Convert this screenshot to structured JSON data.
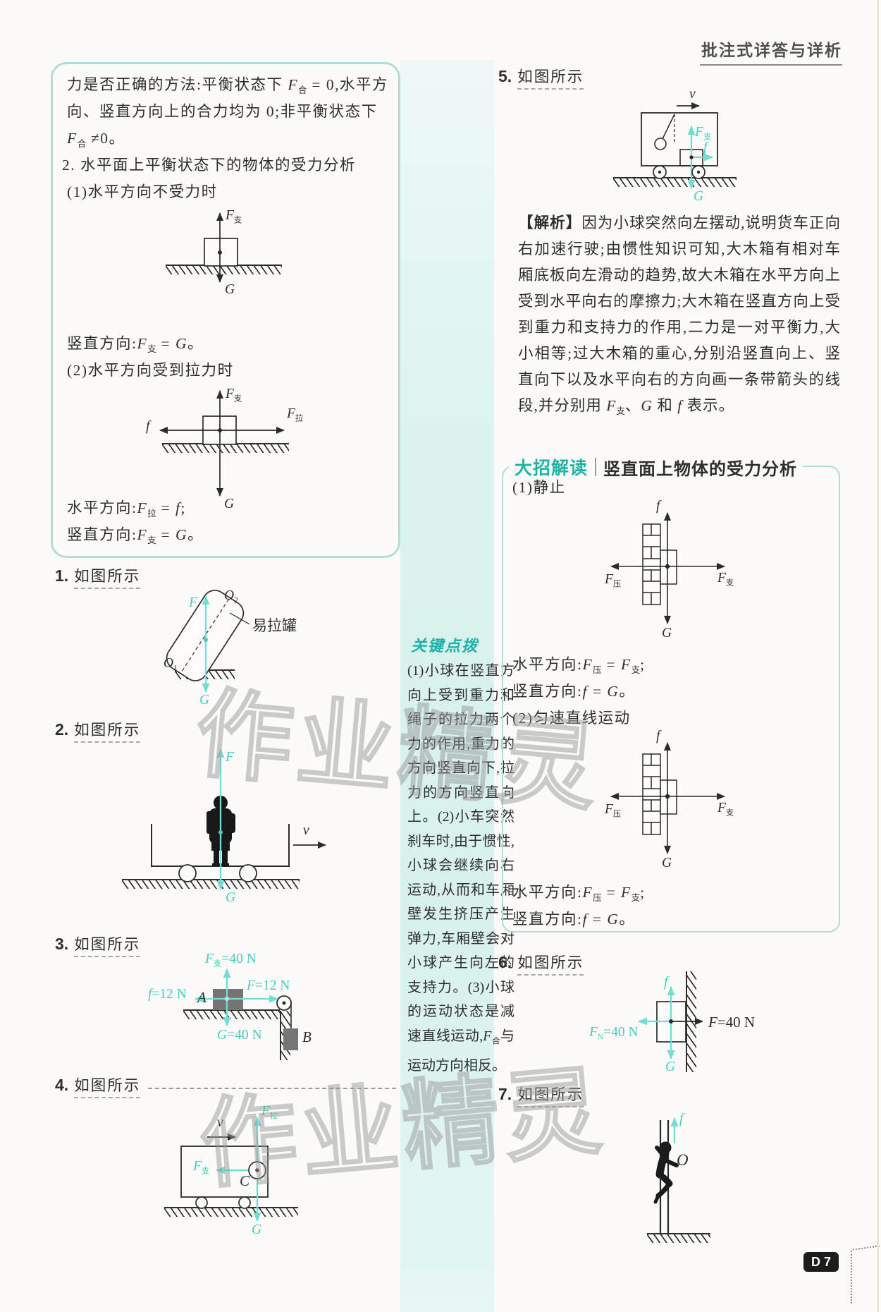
{
  "header": {
    "title": "批注式详答与详析"
  },
  "note_box": {
    "l1": "力是否正确的方法:平衡状态下 {{F}}[[合]] = 0,水平方",
    "l2": "向、竖直方向上的合力均为 0;非平衡状态下",
    "l3": "{{F}}[[合]] ≠0。",
    "item2": "2. 水平面上平衡状态下的物体的受力分析",
    "case1": "(1)水平方向不受力时",
    "vert1": "竖直方向:{{F}}[[支]] = {{G}}。",
    "case2": "(2)水平方向受到拉力时",
    "horiz2": "水平方向:{{F}}[[拉]] = {{f}};",
    "vert2": "竖直方向:{{F}}[[支]] = {{G}}。",
    "fig1": {
      "F_zhi": "{{F}}[[支]]",
      "G": "{{G}}"
    },
    "fig2": {
      "F_zhi": "{{F}}[[支]]",
      "F_la": "{{F}}[[拉]]",
      "f": "{{f}}",
      "G": "{{G}}"
    }
  },
  "q1": {
    "num": "1.",
    "title": "如图所示",
    "fig": {
      "O2": "{{O}}[[2]]",
      "O1": "{{O}}[[1]]",
      "can": "易拉罐",
      "F": "{{F}}",
      "G": "{{G}}"
    }
  },
  "q2": {
    "num": "2.",
    "title": "如图所示",
    "fig": {
      "F": "{{F}}",
      "G": "{{G}}",
      "v": "{{v}}"
    }
  },
  "q3": {
    "num": "3.",
    "title": "如图所示",
    "fig": {
      "F_zhi": "{{F}}[[支]]=40 N",
      "F": "{{F}}=12 N",
      "f": "{{f}}=12 N",
      "G": "{{G}}=40 N",
      "A": "{{A}}",
      "B": "{{B}}"
    }
  },
  "q4": {
    "num": "4.",
    "title": "如图所示",
    "fig": {
      "v": "{{v}}",
      "F_la": "{{F}}[[拉]]",
      "F_zhi": "{{F}}[[支]]",
      "G": "{{G}}",
      "C": "{{C}}"
    }
  },
  "q5": {
    "num": "5.",
    "title": "如图所示",
    "fig": {
      "v": "{{v}}",
      "F_zhi": "{{F}}[[支]]",
      "f": "{{f}}",
      "G": "{{G}}"
    },
    "analysis_tag": "【解析】",
    "analysis": "因为小球突然向左摆动,说明货车正向右加速行驶;由惯性知识可知,大木箱有相对车厢底板向左滑动的趋势,故大木箱在水平方向上受到水平向右的摩擦力;大木箱在竖直方向上受到重力和支持力的作用,二力是一对平衡力,大小相等;过大木箱的重心,分别沿竖直向上、竖直向下以及水平向右的方向画一条带箭头的线段,并分别用 {{F}}[[支]]、{{G}} 和 {{f}} 表示。"
  },
  "tip": {
    "title": "关键点拨",
    "text": "(1)小球在竖直方向上受到重力和绳子的拉力两个力的作用,重力的方向竖直向下,拉力的方向竖直向上。(2)小车突然刹车时,由于惯性,小球会继续向右运动,从而和车厢壁发生挤压产生弹力,车厢壁会对小球产生向左的支持力。(3)小球的运动状态是减速直线运动,{{F}}[[合]]与运动方向相反。"
  },
  "dazhao": {
    "tag": "大招解读",
    "title": "竖直面上物体的受力分析",
    "case1": "(1)静止",
    "h1": "水平方向:{{F}}[[压]] = {{F}}[[支]];",
    "v1": "竖直方向:{{f}} = {{G}}。",
    "case2": "(2)匀速直线运动",
    "h2": "水平方向:{{F}}[[压]] = {{F}}[[支]];",
    "v2": "竖直方向:{{f}} = {{G}}。",
    "fig": {
      "f": "{{f}}",
      "G": "{{G}}",
      "F_ya": "{{F}}[[压]]",
      "F_zhi": "{{F}}[[支]]"
    }
  },
  "q6": {
    "num": "6.",
    "title": "如图所示",
    "fig": {
      "f": "{{f}}",
      "G": "{{G}}",
      "F_N": "{{F}}[[N]]=40 N",
      "F": "{{F}}=40 N"
    }
  },
  "q7": {
    "num": "7.",
    "title": "如图所示",
    "fig": {
      "f": "{{f}}",
      "O": "{{O}}"
    }
  },
  "footer": {
    "badge": "D 7"
  },
  "watermark": {
    "text": "作业精灵"
  }
}
